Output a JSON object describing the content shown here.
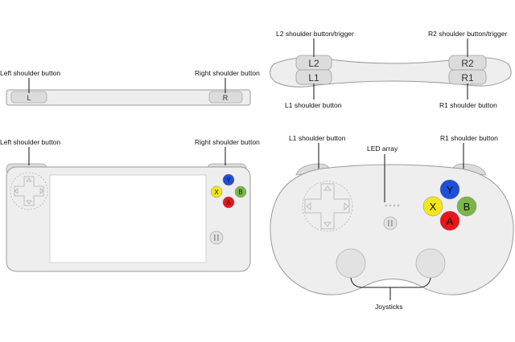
{
  "labels": {
    "handheld_thin_left": "Left shoulder button",
    "handheld_thin_right": "Right shoulder button",
    "handheld_left": "Left shoulder button",
    "handheld_right": "Right shoulder button",
    "gamepad_top_l2": "L2 shoulder button/trigger",
    "gamepad_top_r2": "R2 shoulder button/trigger",
    "gamepad_top_l1": "L1 shoulder button",
    "gamepad_top_r1": "R1 shoulder button",
    "gamepad_l1": "L1 shoulder button",
    "gamepad_r1": "R1 shoulder button",
    "led_array": "LED array",
    "joysticks": "Joysticks"
  },
  "buttons": {
    "L": "L",
    "R": "R",
    "L2": "L2",
    "L1": "L1",
    "R2": "R2",
    "R1": "R1",
    "Y": "Y",
    "X": "X",
    "B": "B",
    "A": "A"
  },
  "colors": {
    "body": "#eeeeee",
    "body_stroke": "#9a9a9a",
    "shoulder": "#dcdcdc",
    "y_button": "#1e4fd8",
    "x_button": "#f5e61a",
    "b_button": "#7ab648",
    "a_button": "#e8151b",
    "screen": "#ffffff"
  }
}
